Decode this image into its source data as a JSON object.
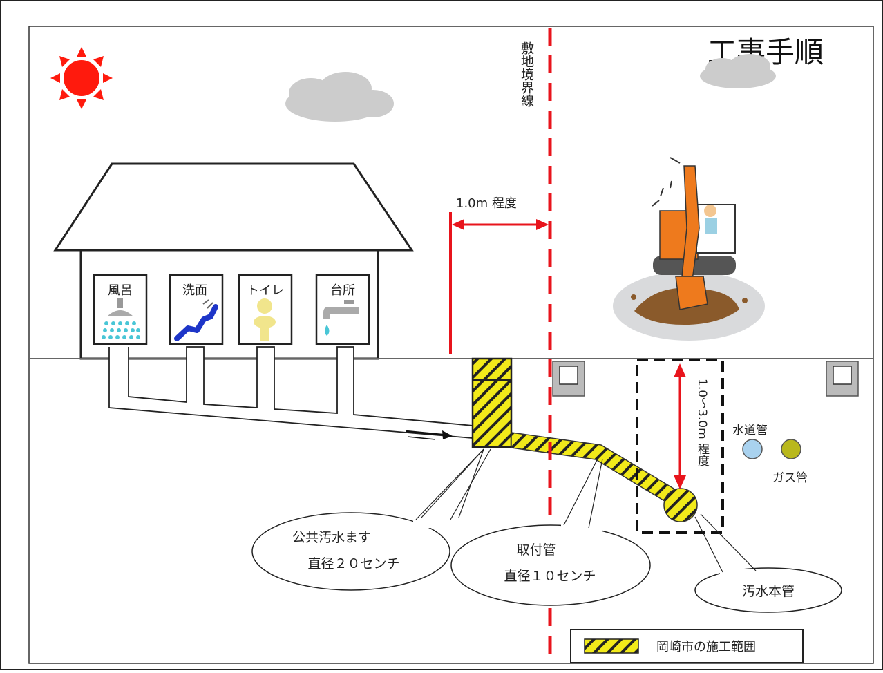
{
  "title": "工事手順",
  "boundary_label": "敷地境界線",
  "distance_label": "1.0m 程度",
  "depth_label": "1.0～3.0m 程度",
  "rooms": [
    "風呂",
    "洗面",
    "トイレ",
    "台所"
  ],
  "pipes": {
    "water": "水道管",
    "gas": "ガス管"
  },
  "callouts": {
    "masu_line1": "公共汚水ます",
    "masu_line2": "直径２０センチ",
    "toritsuke_line1": "取付管",
    "toritsuke_line2": "直径１０センチ",
    "main_pipe": "汚水本管"
  },
  "legend": "岡崎市の施工範囲",
  "colors": {
    "boundary": "#e8141c",
    "hatch_yellow": "#f2ea1a",
    "sun": "#ff1a0d",
    "cloud": "#cccccc",
    "excavator": "#ee7a1d",
    "water_pipe": "#a9d2ef",
    "gas_pipe": "#b9b81c",
    "shower": "#49c6d6",
    "washbasin": "#1d35c8",
    "toilet": "#f1e58c"
  }
}
